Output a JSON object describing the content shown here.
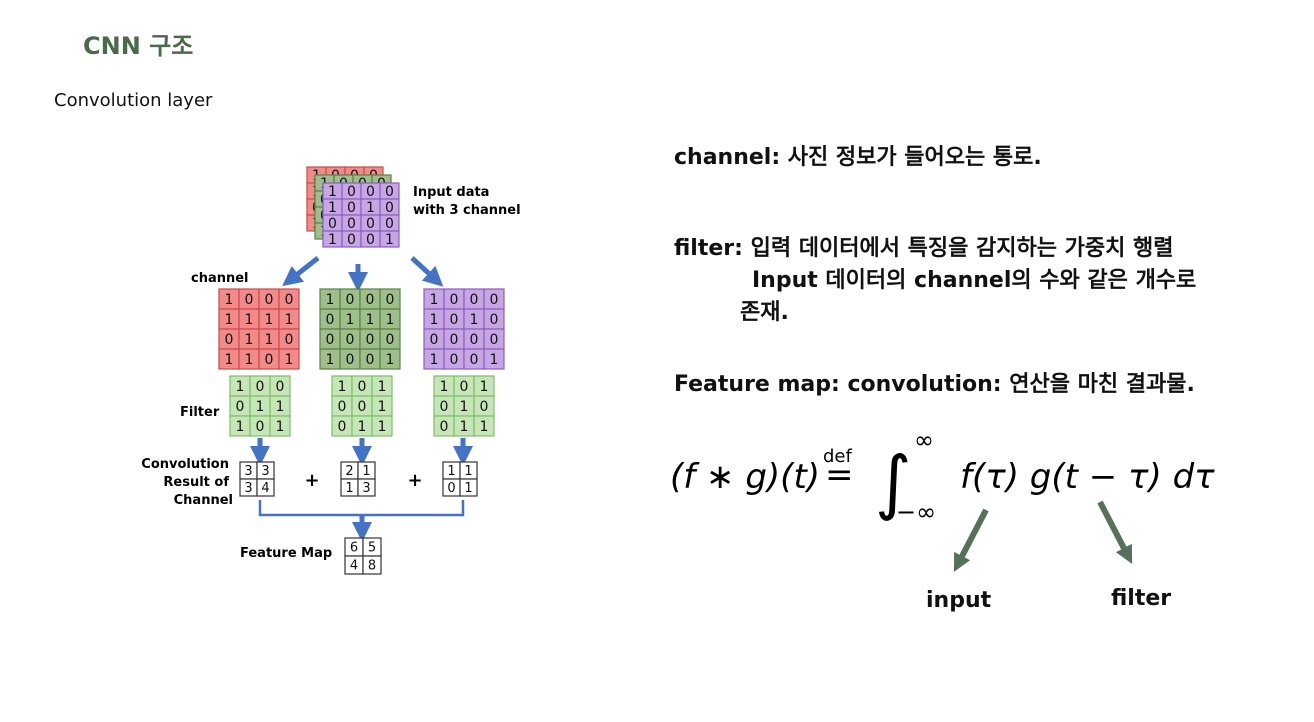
{
  "title": "CNN 구조",
  "subtitle": "Convolution layer",
  "notes": {
    "channel": "channel: 사진 정보가 들어오는 통로.",
    "filter_1": "filter: 입력 데이터에서 특징을 감지하는 가중치 행렬",
    "filter_2": "Input 데이터의 channel의 수와 같은 개수로",
    "filter_3": "존재.",
    "feature_map": "Feature map: convolution: 연산을 마친 결과물."
  },
  "formula": {
    "lhs": "(f ∗ g)(t)",
    "def_label": "def",
    "def_sign": "=",
    "integral": "∫",
    "upper": "∞",
    "lower": "−∞",
    "integrand": "f(τ) g(t − τ) dτ"
  },
  "formula_labels": {
    "input": "input",
    "filter": "filter"
  },
  "diagram": {
    "input_label_1": "Input data",
    "input_label_2": "with 3 channel",
    "channel_label": "channel",
    "filter_label": "Filter",
    "conv_label_1": "Convolution",
    "conv_label_2": "Result of",
    "conv_label_3": "Channel",
    "feature_map_label": "Feature Map",
    "plus": "+",
    "channels": [
      {
        "color": "#f28a8a",
        "border": "#c94c4c",
        "cells": [
          [
            "1",
            "0",
            "0",
            "0"
          ],
          [
            "1",
            "1",
            "1",
            "1"
          ],
          [
            "0",
            "1",
            "1",
            "0"
          ],
          [
            "1",
            "1",
            "0",
            "1"
          ]
        ]
      },
      {
        "color": "#9fbf8a",
        "border": "#5b7f48",
        "cells": [
          [
            "1",
            "0",
            "0",
            "0"
          ],
          [
            "0",
            "1",
            "1",
            "1"
          ],
          [
            "0",
            "0",
            "0",
            "0"
          ],
          [
            "1",
            "0",
            "0",
            "1"
          ]
        ]
      },
      {
        "color": "#c7a6e6",
        "border": "#8b5fb8",
        "cells": [
          [
            "1",
            "0",
            "0",
            "0"
          ],
          [
            "1",
            "0",
            "1",
            "0"
          ],
          [
            "0",
            "0",
            "0",
            "0"
          ],
          [
            "1",
            "0",
            "0",
            "1"
          ]
        ]
      }
    ],
    "filters": [
      [
        [
          "1",
          "0",
          "0"
        ],
        [
          "0",
          "1",
          "1"
        ],
        [
          "1",
          "0",
          "1"
        ]
      ],
      [
        [
          "1",
          "0",
          "1"
        ],
        [
          "0",
          "0",
          "1"
        ],
        [
          "0",
          "1",
          "1"
        ]
      ],
      [
        [
          "1",
          "0",
          "1"
        ],
        [
          "0",
          "1",
          "0"
        ],
        [
          "0",
          "1",
          "1"
        ]
      ]
    ],
    "results": [
      [
        [
          "3",
          "3"
        ],
        [
          "3",
          "4"
        ]
      ],
      [
        [
          "2",
          "1"
        ],
        [
          "1",
          "3"
        ]
      ],
      [
        [
          "1",
          "1"
        ],
        [
          "0",
          "1"
        ]
      ]
    ],
    "feature_map": [
      [
        "6",
        "5"
      ],
      [
        "4",
        "8"
      ]
    ],
    "arrow_color": "#4472c4",
    "filter_color": "#c6e6b8",
    "filter_border": "#7dbd6a"
  }
}
